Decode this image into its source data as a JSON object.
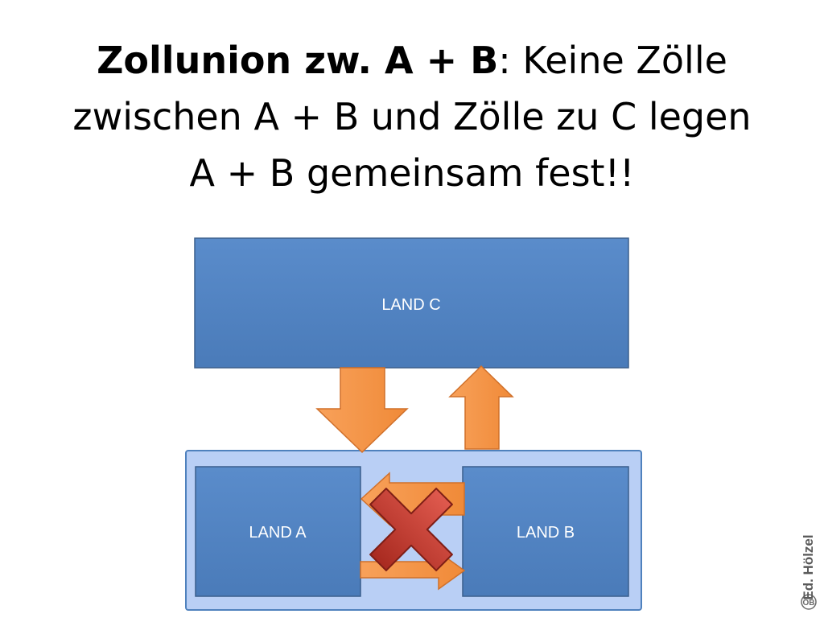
{
  "title": {
    "line1_bold": "Zollunion zw. A + B",
    "line1_rest": ": Keine Zölle",
    "line2": "zwischen A + B und Zölle zu C legen",
    "line3": "A + B  gemeinsam fest!!"
  },
  "diagram": {
    "land_c": "LAND C",
    "land_a": "LAND A",
    "land_b": "LAND B",
    "colors": {
      "country_box": "#4f81bd",
      "country_border": "#3a5f8c",
      "union_fill": "#b9cff5",
      "union_border": "#4f81bd",
      "arrow": "#f79646",
      "arrow_border": "#d0702a",
      "cross": "#c0392b"
    }
  },
  "publisher": {
    "name": "Ed. Hölzel",
    "icon": "publisher-logo-icon"
  }
}
